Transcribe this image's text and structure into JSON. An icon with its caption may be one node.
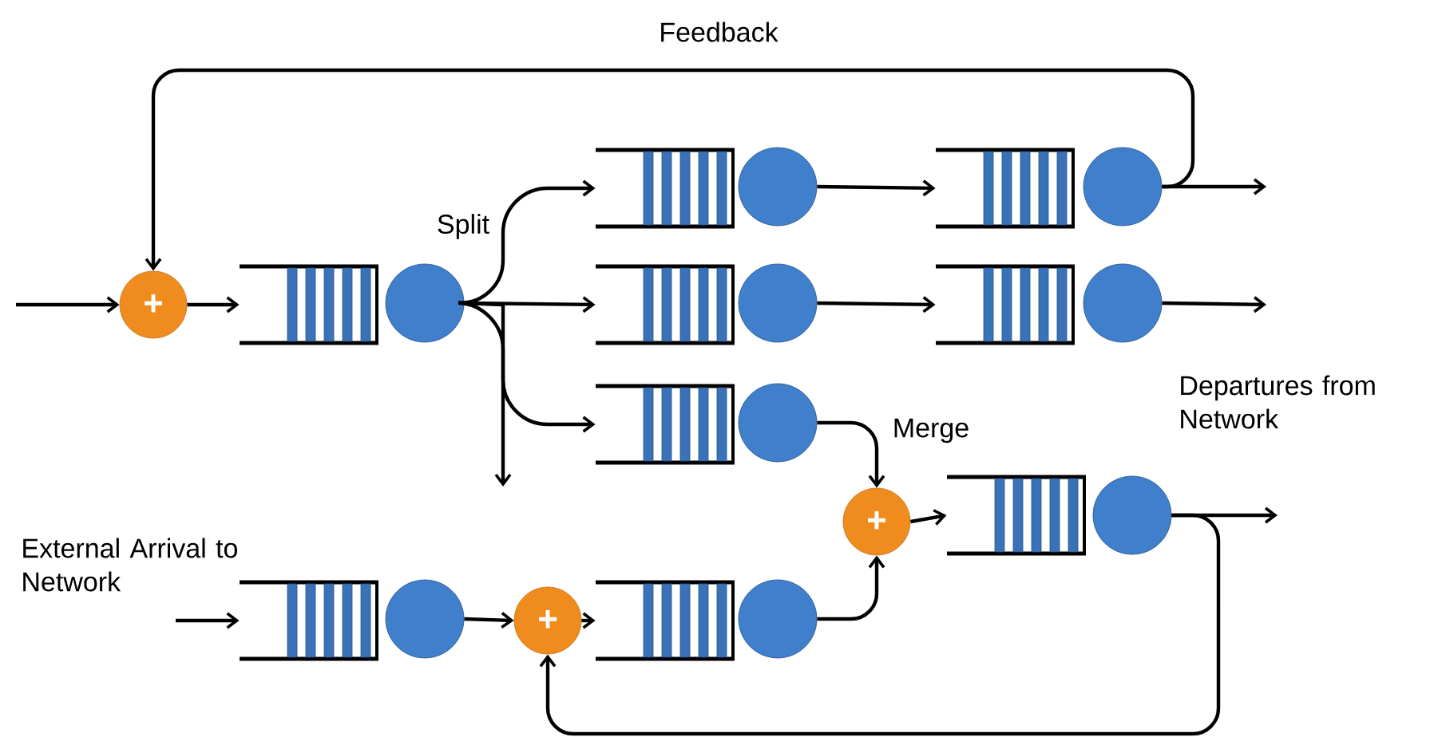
{
  "diagram": {
    "nodes": [
      {
        "text": [
          "+"
        ]
      },
      {
        "text": [],
        "shape": "queue"
      },
      {
        "text": [],
        "shape": "circle"
      },
      {
        "text": [],
        "shape": "queue"
      },
      {
        "text": [],
        "shape": "circle"
      },
      {
        "text": [],
        "shape": "queue"
      },
      {
        "text": [],
        "shape": "circle"
      },
      {
        "text": [],
        "shape": "queue"
      },
      {
        "text": [],
        "shape": "circle"
      },
      {
        "text": [],
        "shape": "queue"
      },
      {
        "text": [],
        "shape": "circle"
      },
      {
        "text": [],
        "shape": "queue"
      },
      {
        "text": [],
        "shape": "circle"
      },
      {
        "text": [
          "+"
        ]
      },
      {
        "text": [],
        "shape": "queue"
      },
      {
        "text": [],
        "shape": "circle"
      },
      {
        "text": [],
        "shape": "queue"
      },
      {
        "text": [],
        "shape": "circle"
      },
      {
        "text": [
          "+"
        ]
      },
      {
        "text": [],
        "shape": "queue"
      },
      {
        "text": [],
        "shape": "circle"
      }
    ],
    "edges": [
      {
        "from": null,
        "to": 0,
        "arrow": "to"
      },
      {
        "from": 0,
        "to": 1,
        "arrow": "to"
      },
      {
        "from": 2,
        "to": 3,
        "arrow": "to"
      },
      {
        "from": 2,
        "to": 7,
        "arrow": "to"
      },
      {
        "from": 2,
        "to": 11,
        "arrow": "to"
      },
      {
        "from": 2,
        "to": null,
        "arrow": "to"
      },
      {
        "from": 4,
        "to": 5,
        "arrow": "to"
      },
      {
        "from": 6,
        "to": null,
        "arrow": "to"
      },
      {
        "from": 6,
        "to": 0,
        "arrow": "to",
        "label": "Feedback"
      },
      {
        "from": 8,
        "to": 9,
        "arrow": "to"
      },
      {
        "from": 10,
        "to": null,
        "arrow": "to"
      },
      {
        "from": 12,
        "to": 13,
        "arrow": "to"
      },
      {
        "from": 20,
        "to": 13,
        "arrow": "to"
      },
      {
        "from": 13,
        "to": 14,
        "arrow": "to"
      },
      {
        "from": 15,
        "to": null,
        "arrow": "to"
      },
      {
        "from": 15,
        "to": 18,
        "arrow": "to"
      },
      {
        "from": null,
        "to": 16,
        "arrow": "to"
      },
      {
        "from": 17,
        "to": 18,
        "arrow": "to"
      },
      {
        "from": 18,
        "to": 19,
        "arrow": "to"
      }
    ],
    "labels": [
      "Split",
      "Departures from Network",
      "Merge",
      "External Arrival to Network"
    ]
  }
}
